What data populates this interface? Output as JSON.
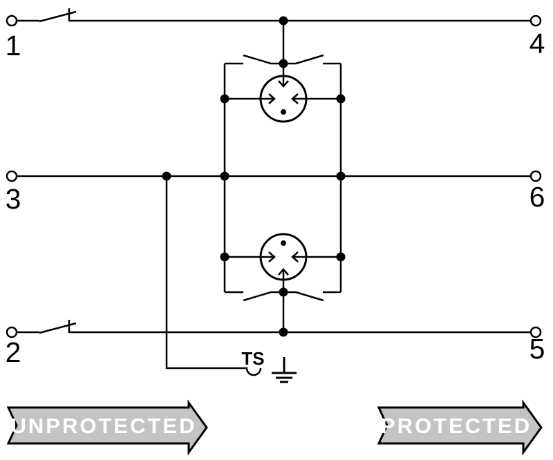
{
  "terminals": {
    "t1": "1",
    "t2": "2",
    "t3": "3",
    "t4": "4",
    "t5": "5",
    "t6": "6"
  },
  "labels": {
    "remote_signal": "TS"
  },
  "banners": {
    "unprotected": "UNPROTECTED",
    "protected": "PROTECTED"
  },
  "colors": {
    "line": "#000000",
    "background": "#ffffff",
    "gdt_fill": "#c8c8c8",
    "banner_fill": "#c4c4c4",
    "banner_border": "#000000",
    "banner_text": "#ffffff"
  },
  "symbols": {
    "upper_arrester": "gas-discharge-tube",
    "lower_arrester": "gas-discharge-tube",
    "ground": "earth-ground",
    "line1_switch": "disconnect-switch",
    "line2_switch": "disconnect-switch",
    "fail_safe": "fail-safe-contact"
  }
}
